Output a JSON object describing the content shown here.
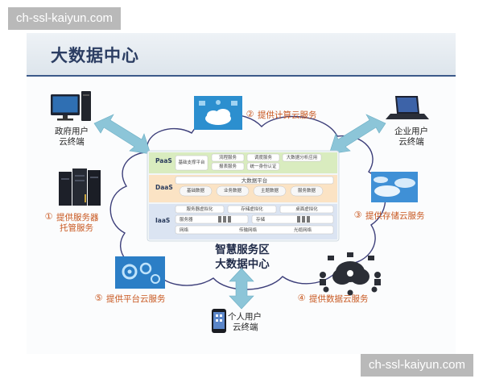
{
  "watermark": {
    "top": "ch-ssl-kaiyun.com",
    "bottom": "ch-ssl-kaiyun.com"
  },
  "slide": {
    "title": "大数据中心",
    "center_title_line1": "智慧服务区",
    "center_title_line2": "大数据中心"
  },
  "clients": {
    "government": {
      "line1": "政府用户",
      "line2": "云终端"
    },
    "enterprise": {
      "line1": "企业用户",
      "line2": "云终端"
    },
    "personal": {
      "line1": "个人用户",
      "line2": "云终端"
    }
  },
  "services": [
    {
      "num": "①",
      "line1": "提供服务器",
      "line2": "托管服务"
    },
    {
      "num": "②",
      "line1": "提供计算云服务"
    },
    {
      "num": "③",
      "line1": "提供存储云服务"
    },
    {
      "num": "④",
      "line1": "提供数据云服务"
    },
    {
      "num": "⑤",
      "line1": "提供平台云服务"
    }
  ],
  "stack": {
    "paas": {
      "label": "PaaS",
      "items": [
        "基础支撑平台",
        "流程服务",
        "调度服务",
        "大数据分析应用",
        "报表服务",
        "统一身份认证"
      ]
    },
    "daas": {
      "label": "DaaS",
      "title": "大数据平台",
      "items": [
        "基础数据",
        "业务数据",
        "主题数据",
        "服务数据"
      ]
    },
    "iaas": {
      "label": "IaaS",
      "items": [
        "服务器虚拟化",
        "存储虚拟化",
        "桌面虚拟化",
        "服务器",
        "存储",
        "网络",
        "传输网络",
        "光缆网络"
      ]
    }
  },
  "colors": {
    "arrow": "#8cc5d8",
    "service_text": "#c8561e",
    "title": "#2c3e63",
    "cloud_outline": "#3d3f7a"
  }
}
